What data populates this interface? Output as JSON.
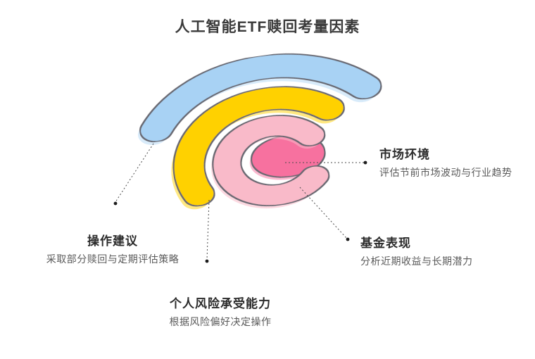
{
  "title": "人工智能ETF赎回考量因素",
  "factors": {
    "market": {
      "label": "市场环境",
      "desc": "评估节前市场波动与行业趋势",
      "ring_color": "#F7719F"
    },
    "fund": {
      "label": "基金表现",
      "desc": "分析近期收益与长期潜力",
      "ring_color": "#F9BAC9"
    },
    "risk": {
      "label": "个人风险承受能力",
      "desc": "根据风险偏好决定操作",
      "ring_color": "#FFD103"
    },
    "operation": {
      "label": "操作建议",
      "desc": "采取部分赎回与定期评估策略",
      "ring_color": "#A8D2F4"
    }
  },
  "styles": {
    "outline_color": "#686871",
    "connector_color": "#4a4a4a",
    "title_color": "#3a3a3a"
  }
}
